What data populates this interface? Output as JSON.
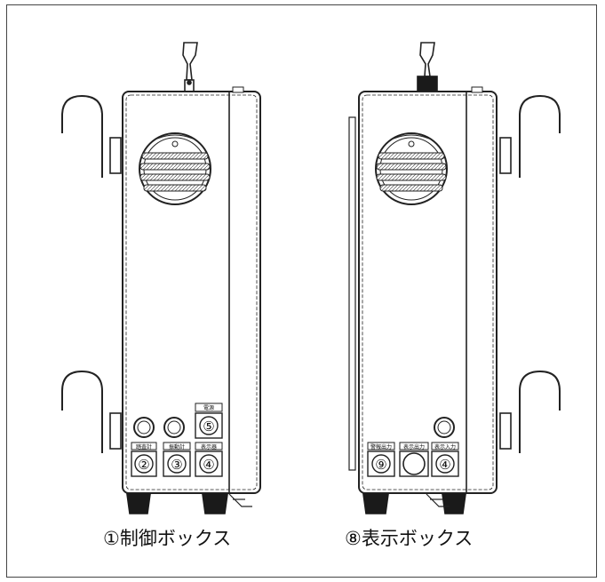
{
  "figure": {
    "left_device": {
      "caption": "①制御ボックス",
      "label_gauge": "踏査計",
      "label_vibration": "振動計",
      "label_power": "電源",
      "label_display": "表示器",
      "num_2": "②",
      "num_3": "③",
      "num_4": "④",
      "num_5": "⑤"
    },
    "right_device": {
      "caption": "⑧表示ボックス",
      "label_alarm_out": "警報出力",
      "label_display_out": "表示出力",
      "label_display_in": "表示入力",
      "num_9": "⑨",
      "num_4": "④"
    }
  },
  "colors": {
    "line": "#222222",
    "fill_dark": "#1a1a1a",
    "background": "#ffffff"
  }
}
